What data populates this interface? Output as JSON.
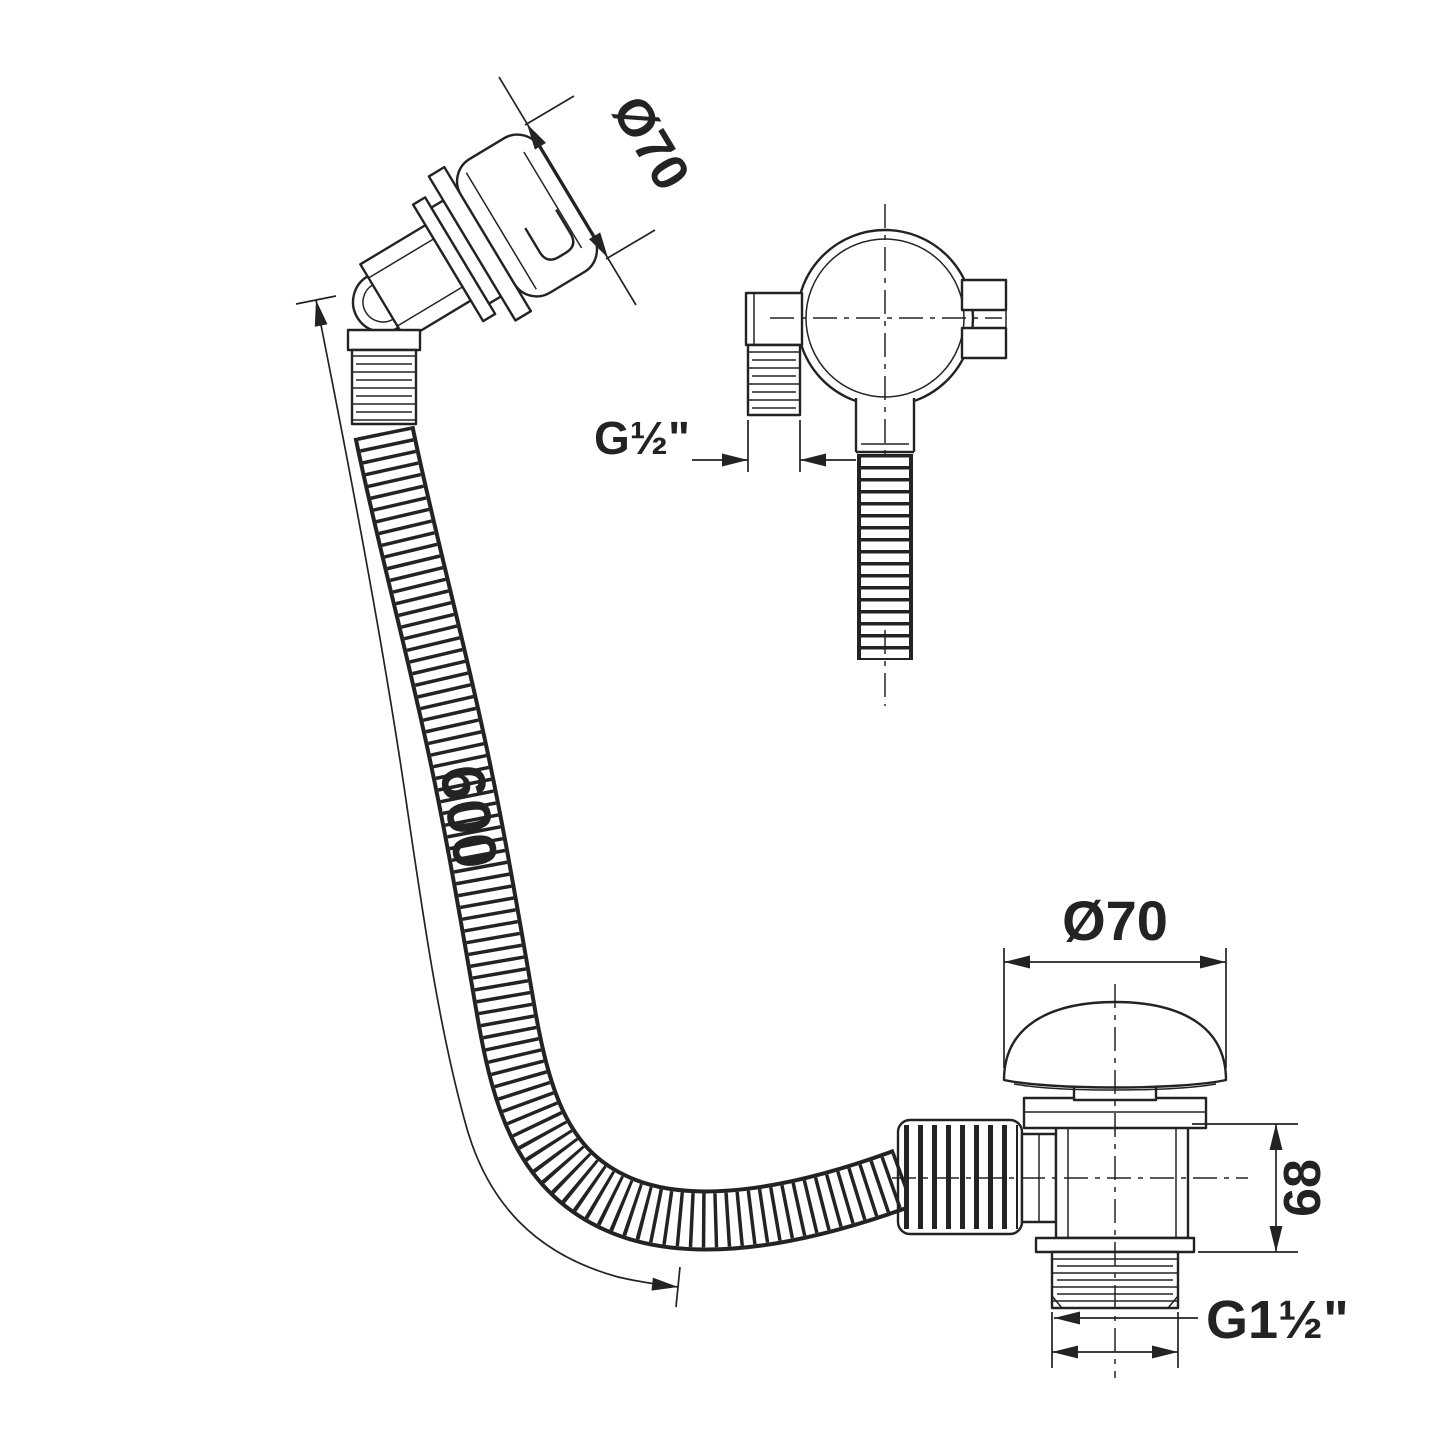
{
  "diagram": {
    "background": "#ffffff",
    "line_color": "#232323",
    "labels": {
      "overflow_cap_diameter": "Ø70",
      "overflow_thread_size": "G½\"",
      "hose_length": "600",
      "waste_cap_diameter": "Ø70",
      "waste_height": "68",
      "waste_thread_size": "G1½\""
    }
  }
}
